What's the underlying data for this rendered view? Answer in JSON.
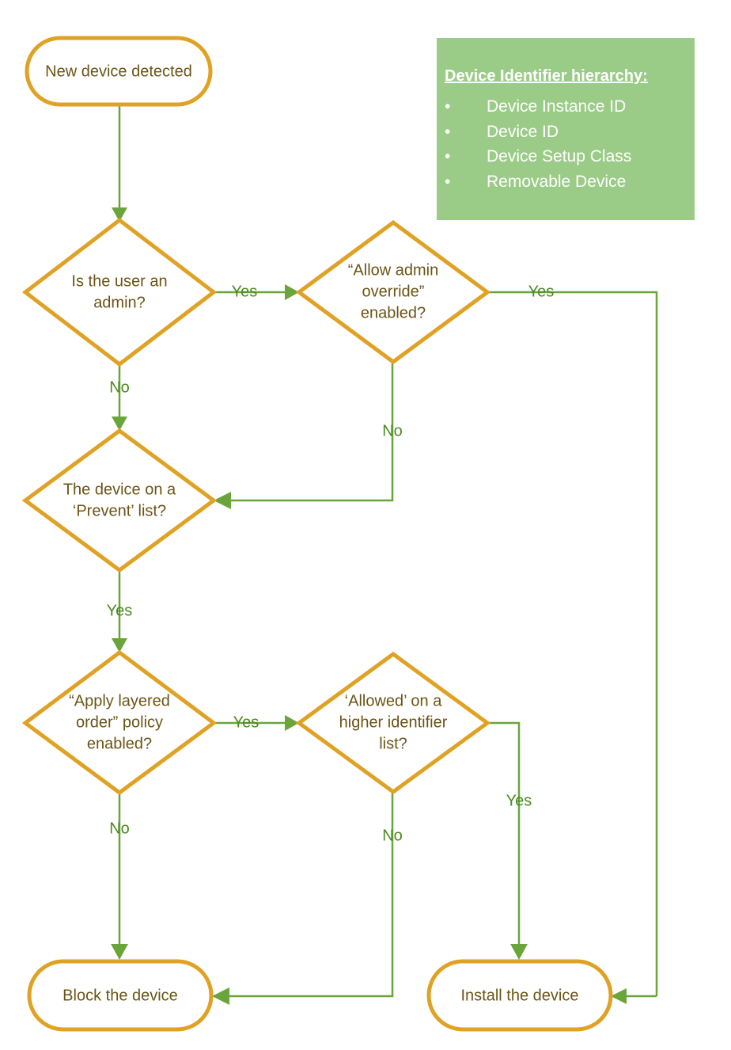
{
  "chart_data": {
    "type": "diagram",
    "title": "Device installation decision flow",
    "diagram_kind": "flowchart",
    "colors": {
      "node_border": "#E0A224",
      "node_fill": "#FFFFFF",
      "node_text": "#6B5415",
      "edge": "#6AA53C",
      "edge_label": "#4A8A1F",
      "legend_fill": "#9BCC87",
      "legend_text": "#FFFFFF"
    },
    "nodes": [
      {
        "id": "start",
        "type": "terminator",
        "label": "New device detected"
      },
      {
        "id": "d1",
        "type": "decision",
        "label": "Is the user an admin?"
      },
      {
        "id": "d2",
        "type": "decision",
        "label": "“Allow admin override” enabled?"
      },
      {
        "id": "d3",
        "type": "decision",
        "label": "The device on a ‘Prevent’ list?"
      },
      {
        "id": "d4",
        "type": "decision",
        "label": "“Apply layered order” policy enabled?"
      },
      {
        "id": "d5",
        "type": "decision",
        "label": "‘Allowed’ on a higher identifier list?"
      },
      {
        "id": "block",
        "type": "terminator",
        "label": "Block the device"
      },
      {
        "id": "install",
        "type": "terminator",
        "label": "Install the device"
      }
    ],
    "edges": [
      {
        "from": "start",
        "to": "d1",
        "label": ""
      },
      {
        "from": "d1",
        "to": "d2",
        "label": "Yes"
      },
      {
        "from": "d1",
        "to": "d3",
        "label": "No"
      },
      {
        "from": "d2",
        "to": "install",
        "label": "Yes"
      },
      {
        "from": "d2",
        "to": "d3",
        "label": "No"
      },
      {
        "from": "d3",
        "to": "d4",
        "label": "Yes"
      },
      {
        "from": "d3",
        "to": "block",
        "label": ""
      },
      {
        "from": "d4",
        "to": "d5",
        "label": "Yes"
      },
      {
        "from": "d4",
        "to": "block",
        "label": "No"
      },
      {
        "from": "d5",
        "to": "install",
        "label": "Yes"
      },
      {
        "from": "d5",
        "to": "block",
        "label": "No"
      }
    ]
  },
  "nodes": {
    "start": {
      "line1": "New device detected"
    },
    "d1": {
      "line1": "Is the user an",
      "line2": "admin?"
    },
    "d2": {
      "line1": "“Allow admin",
      "line2": "override”",
      "line3": "enabled?"
    },
    "d3": {
      "line1": "The device on a",
      "line2": "‘Prevent’ list?"
    },
    "d4": {
      "line1": "“Apply layered",
      "line2": "order” policy",
      "line3": "enabled?"
    },
    "d5": {
      "line1": "‘Allowed’ on a",
      "line2": "higher identifier",
      "line3": "list?"
    },
    "block": {
      "line1": "Block the device"
    },
    "install": {
      "line1": "Install the device"
    }
  },
  "edge_labels": {
    "d1_yes": "Yes",
    "d1_no": "No",
    "d2_yes": "Yes",
    "d2_no": "No",
    "d3_yes": "Yes",
    "d4_yes": "Yes",
    "d4_no": "No",
    "d5_yes": "Yes",
    "d5_no": "No"
  },
  "legend": {
    "title": "Device Identifier hierarchy:",
    "bullet": "•",
    "items": [
      "Device Instance ID",
      "Device ID",
      "Device Setup Class",
      "Removable Device"
    ]
  }
}
